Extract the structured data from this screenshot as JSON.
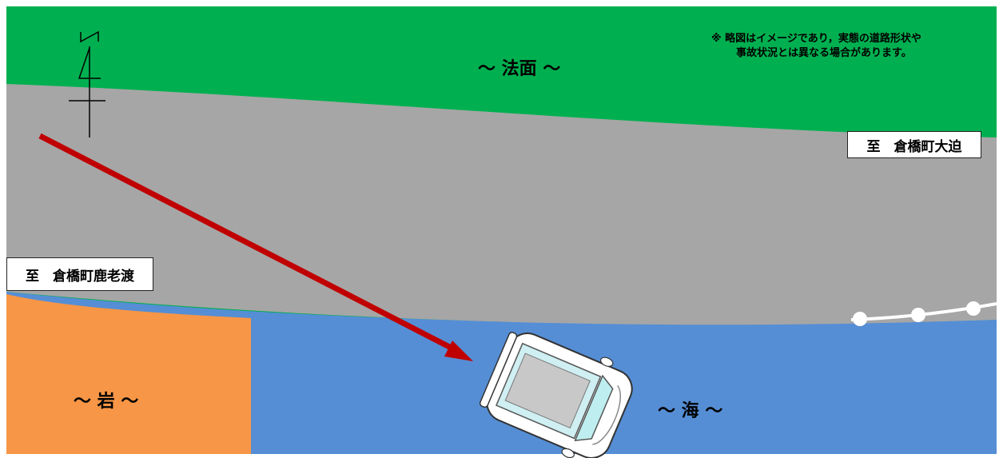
{
  "note": {
    "line1": "※ 略図はイメージであり，実態の道路形状や",
    "line2": "事故状況とは異なる場合があります。"
  },
  "areas": {
    "slope": "～ 法面 ～",
    "rock": "～ 岩 ～",
    "sea": "～ 海 ～"
  },
  "destinations": {
    "east": "至　倉橋町大迫",
    "west": "至　倉橋町鹿老渡"
  },
  "compass": {
    "north_letter": "N"
  },
  "colors": {
    "slope": "#00b050",
    "road": "#a6a6a6",
    "sea": "#558ed5",
    "rock": "#f79646",
    "arrow": "#c00000",
    "guardrail": "#ffffff"
  },
  "icons": {
    "vehicle": "car-icon",
    "direction": "arrow-icon",
    "compass": "north-compass-icon"
  }
}
